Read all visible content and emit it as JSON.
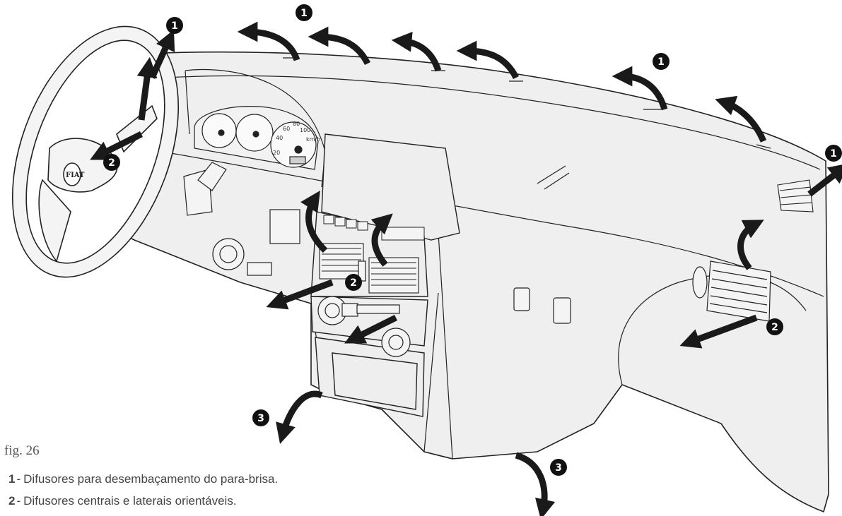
{
  "colors": {
    "panel_fill": "#efefef",
    "line": "#222222",
    "arrow": "#1a1a1a",
    "marker_fill": "#111111",
    "marker_text": "#ffffff",
    "caption_text": "#444444"
  },
  "markers": [
    {
      "number": "1",
      "meaning": "defrost"
    },
    {
      "number": "1",
      "meaning": "defrost"
    },
    {
      "number": "1",
      "meaning": "defrost"
    },
    {
      "number": "1",
      "meaning": "defrost"
    },
    {
      "number": "2",
      "meaning": "central-side"
    },
    {
      "number": "2",
      "meaning": "central-side"
    },
    {
      "number": "2",
      "meaning": "central-side"
    },
    {
      "number": "3",
      "meaning": "footwell"
    },
    {
      "number": "3",
      "meaning": "footwell"
    }
  ],
  "dashboard": {
    "steering_logo": "FIAT",
    "gauge_labels": [
      "20",
      "40",
      "60",
      "80",
      "100",
      "km/h"
    ]
  },
  "figure": {
    "label": "fig. 26"
  },
  "legend": [
    {
      "number": "1",
      "separator": "-",
      "text": "Difusores para desembaçamento do para-brisa."
    },
    {
      "number": "2",
      "separator": "-",
      "text": "Difusores centrais e laterais orientáveis."
    }
  ]
}
